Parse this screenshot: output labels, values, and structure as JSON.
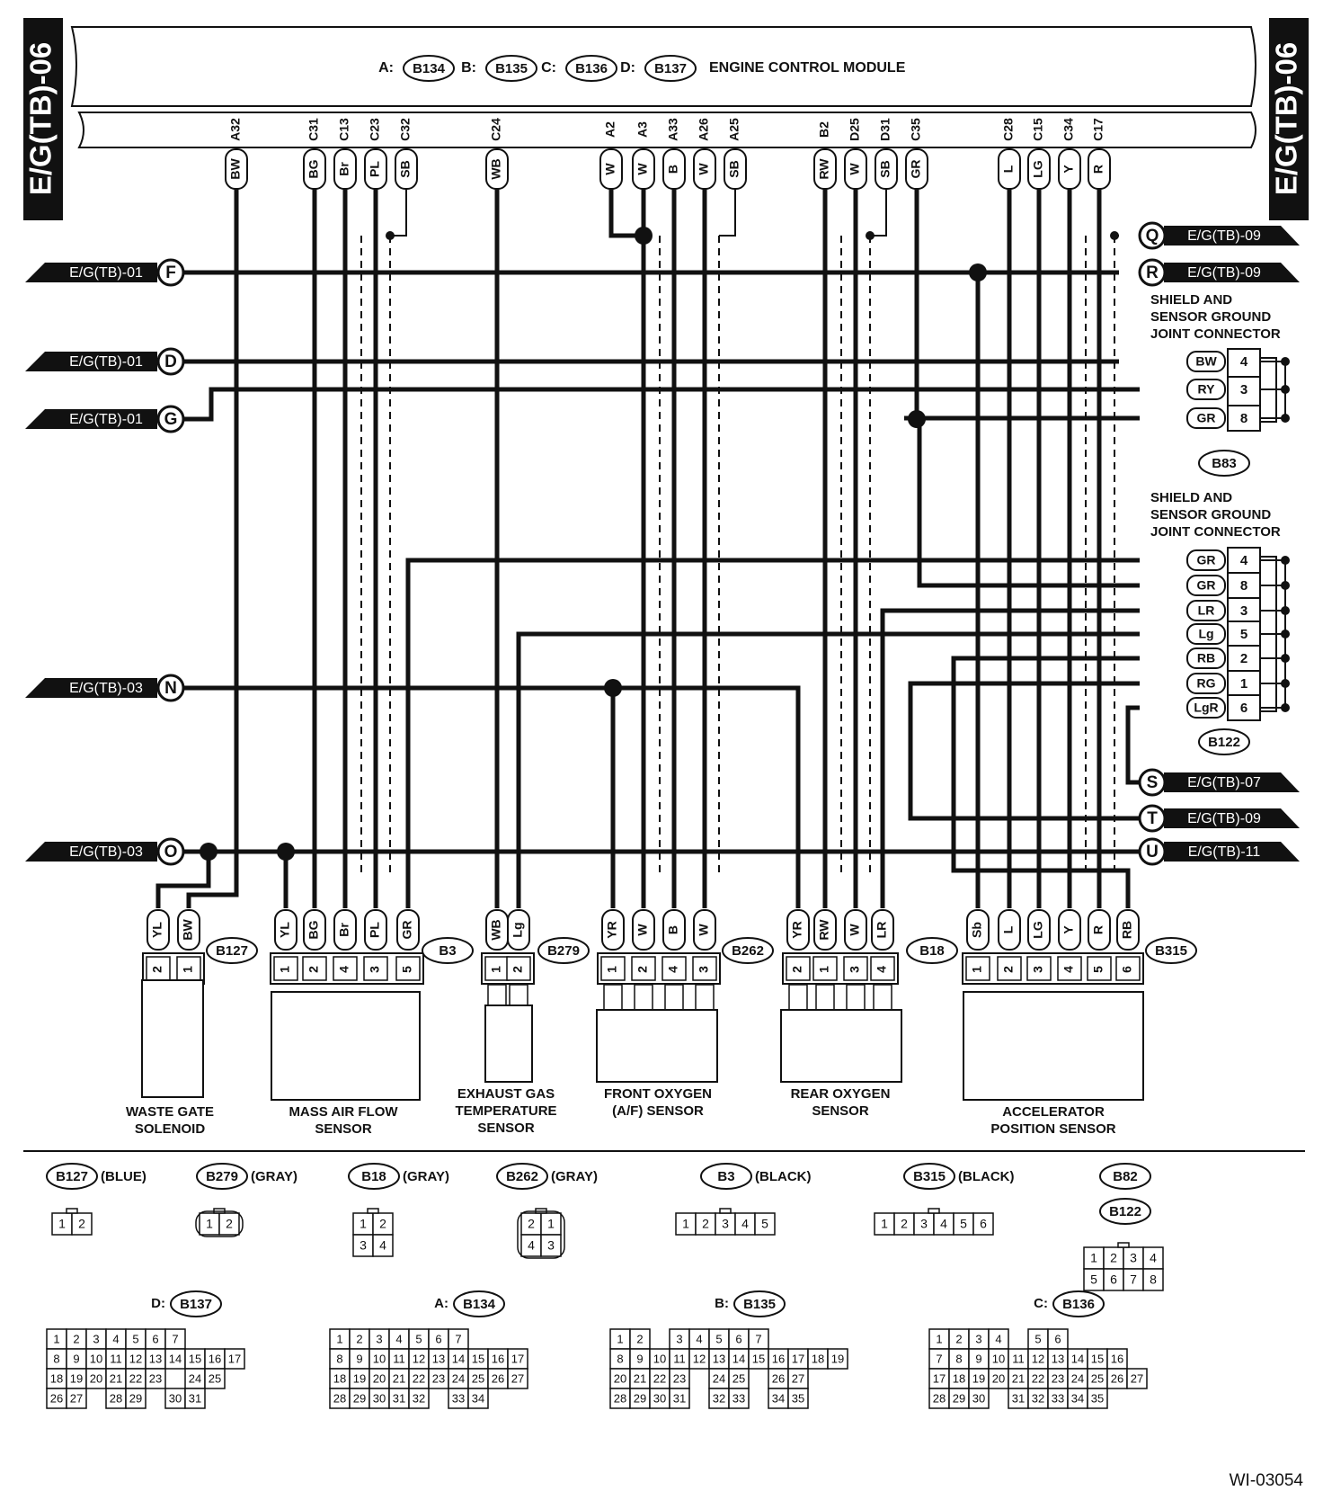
{
  "page_label": "E/G(TB)-06",
  "figure_id": "WI-03054",
  "ecm": {
    "title": "ENGINE CONTROL MODULE",
    "connectors": [
      {
        "prefix": "A:",
        "id": "B134"
      },
      {
        "prefix": "B:",
        "id": "B135"
      },
      {
        "prefix": "C:",
        "id": "B136"
      },
      {
        "prefix": "D:",
        "id": "B137"
      }
    ]
  },
  "pins": [
    {
      "pin": "A32",
      "color": "BW"
    },
    {
      "pin": "C31",
      "color": "BG"
    },
    {
      "pin": "C13",
      "color": "Br"
    },
    {
      "pin": "C23",
      "color": "PL"
    },
    {
      "pin": "C32",
      "color": "SB"
    },
    {
      "pin": "C24",
      "color": "WB"
    },
    {
      "pin": "A2",
      "color": "W"
    },
    {
      "pin": "A3",
      "color": "W"
    },
    {
      "pin": "A33",
      "color": "B"
    },
    {
      "pin": "A26",
      "color": "W"
    },
    {
      "pin": "A25",
      "color": "SB"
    },
    {
      "pin": "B2",
      "color": "RW"
    },
    {
      "pin": "D25",
      "color": "W"
    },
    {
      "pin": "D31",
      "color": "SB"
    },
    {
      "pin": "C35",
      "color": "GR"
    },
    {
      "pin": "C28",
      "color": "L"
    },
    {
      "pin": "C15",
      "color": "LG"
    },
    {
      "pin": "C34",
      "color": "Y"
    },
    {
      "pin": "C17",
      "color": "R"
    }
  ],
  "left_refs": [
    {
      "label": "E/G(TB)-01",
      "letter": "F"
    },
    {
      "label": "E/G(TB)-01",
      "letter": "D"
    },
    {
      "label": "E/G(TB)-01",
      "letter": "G"
    },
    {
      "label": "E/G(TB)-03",
      "letter": "N"
    },
    {
      "label": "E/G(TB)-03",
      "letter": "O"
    }
  ],
  "right_refs": [
    {
      "label": "E/G(TB)-09",
      "letter": "Q"
    },
    {
      "label": "E/G(TB)-09",
      "letter": "R"
    },
    {
      "label": "E/G(TB)-07",
      "letter": "S"
    },
    {
      "label": "E/G(TB)-09",
      "letter": "T"
    },
    {
      "label": "E/G(TB)-11",
      "letter": "U"
    }
  ],
  "joint_top": {
    "title": [
      "SHIELD AND",
      "SENSOR GROUND",
      "JOINT CONNECTOR"
    ],
    "id": "B83",
    "rows": [
      {
        "color": "BW",
        "pin": "4"
      },
      {
        "color": "RY",
        "pin": "3"
      },
      {
        "color": "GR",
        "pin": "8"
      }
    ]
  },
  "joint_bottom": {
    "title": [
      "SHIELD AND",
      "SENSOR GROUND",
      "JOINT CONNECTOR"
    ],
    "id": "B122",
    "rows": [
      {
        "color": "GR",
        "pin": "4"
      },
      {
        "color": "GR",
        "pin": "8"
      },
      {
        "color": "LR",
        "pin": "3"
      },
      {
        "color": "Lg",
        "pin": "5"
      },
      {
        "color": "RB",
        "pin": "2"
      },
      {
        "color": "RG",
        "pin": "1"
      },
      {
        "color": "LgR",
        "pin": "6"
      }
    ]
  },
  "components": [
    {
      "id": "B127",
      "name": [
        "WASTE GATE",
        "SOLENOID"
      ],
      "wires": [
        {
          "color": "YL",
          "pin": "2"
        },
        {
          "color": "BW",
          "pin": "1"
        }
      ]
    },
    {
      "id": "B3",
      "name": [
        "MASS AIR FLOW",
        "SENSOR"
      ],
      "wires": [
        {
          "color": "YL",
          "pin": "1"
        },
        {
          "color": "BG",
          "pin": "2"
        },
        {
          "color": "Br",
          "pin": "4"
        },
        {
          "color": "PL",
          "pin": "3"
        },
        {
          "color": "GR",
          "pin": "5"
        }
      ]
    },
    {
      "id": "B279",
      "name": [
        "EXHAUST GAS",
        "TEMPERATURE",
        "SENSOR"
      ],
      "wires": [
        {
          "color": "WB",
          "pin": "1"
        },
        {
          "color": "Lg",
          "pin": "2"
        }
      ]
    },
    {
      "id": "B262",
      "name": [
        "FRONT OXYGEN",
        "(A/F) SENSOR"
      ],
      "wires": [
        {
          "color": "YR",
          "pin": "1"
        },
        {
          "color": "W",
          "pin": "2"
        },
        {
          "color": "B",
          "pin": "4"
        },
        {
          "color": "W",
          "pin": "3"
        }
      ]
    },
    {
      "id": "B18",
      "name": [
        "REAR OXYGEN",
        "SENSOR"
      ],
      "wires": [
        {
          "color": "YR",
          "pin": "2"
        },
        {
          "color": "RW",
          "pin": "1"
        },
        {
          "color": "W",
          "pin": "3"
        },
        {
          "color": "LR",
          "pin": "4"
        }
      ]
    },
    {
      "id": "B315",
      "name": [
        "ACCELERATOR",
        "POSITION SENSOR"
      ],
      "wires": [
        {
          "color": "Sb",
          "pin": "1"
        },
        {
          "color": "L",
          "pin": "2"
        },
        {
          "color": "LG",
          "pin": "3"
        },
        {
          "color": "Y",
          "pin": "4"
        },
        {
          "color": "R",
          "pin": "5"
        },
        {
          "color": "RB",
          "pin": "6"
        }
      ]
    }
  ],
  "legend": [
    {
      "id": "B127",
      "color": "(BLUE)"
    },
    {
      "id": "B279",
      "color": "(GRAY)"
    },
    {
      "id": "B18",
      "color": "(GRAY)"
    },
    {
      "id": "B262",
      "color": "(GRAY)"
    },
    {
      "id": "B3",
      "color": "(BLACK)"
    },
    {
      "id": "B315",
      "color": "(BLACK)"
    },
    {
      "id": "B82",
      "color": ""
    },
    {
      "id": "B122",
      "color": ""
    }
  ],
  "legend_pins": {
    "B127": [
      "1",
      "2"
    ],
    "B279": [
      "1",
      "2"
    ],
    "B18": [
      [
        "1",
        "2"
      ],
      [
        "3",
        "4"
      ]
    ],
    "B262": [
      [
        "2",
        "1"
      ],
      [
        "4",
        "3"
      ]
    ],
    "B3": [
      "1",
      "2",
      "3",
      "4",
      "5"
    ],
    "B315": [
      "1",
      "2",
      "3",
      "4",
      "5",
      "6"
    ],
    "B82_B122": [
      [
        "1",
        "2",
        "3",
        "4"
      ],
      [
        "5",
        "6",
        "7",
        "8"
      ]
    ]
  },
  "ecm_legend": [
    {
      "prefix": "D:",
      "id": "B137",
      "rows": [
        [
          "1",
          "2",
          "3",
          "4",
          "5",
          "6",
          "7"
        ],
        [
          "8",
          "9",
          "10",
          "11",
          "12",
          "13",
          "14",
          "15",
          "16",
          "17"
        ],
        [
          "18",
          "19",
          "20",
          "21",
          "22",
          "23",
          "",
          "24",
          "25"
        ],
        [
          "26",
          "27",
          "",
          "28",
          "29",
          "",
          "30",
          "31"
        ]
      ]
    },
    {
      "prefix": "A:",
      "id": "B134",
      "rows": [
        [
          "1",
          "2",
          "3",
          "4",
          "5",
          "6",
          "7"
        ],
        [
          "8",
          "9",
          "10",
          "11",
          "12",
          "13",
          "14",
          "15",
          "16",
          "17"
        ],
        [
          "18",
          "19",
          "20",
          "21",
          "22",
          "23",
          "24",
          "25",
          "26",
          "27"
        ],
        [
          "28",
          "29",
          "30",
          "31",
          "32",
          "",
          "33",
          "34"
        ]
      ]
    },
    {
      "prefix": "B:",
      "id": "B135",
      "rows": [
        [
          "1",
          "2",
          "",
          "3",
          "4",
          "5",
          "6",
          "7"
        ],
        [
          "8",
          "9",
          "10",
          "11",
          "12",
          "13",
          "14",
          "15",
          "16",
          "17",
          "18",
          "19"
        ],
        [
          "20",
          "21",
          "22",
          "23",
          "",
          "24",
          "25",
          "",
          "26",
          "27"
        ],
        [
          "28",
          "29",
          "30",
          "31",
          "",
          "32",
          "33",
          "",
          "34",
          "35"
        ]
      ]
    },
    {
      "prefix": "C:",
      "id": "B136",
      "rows": [
        [
          "1",
          "2",
          "3",
          "4",
          "",
          "5",
          "6"
        ],
        [
          "7",
          "8",
          "9",
          "10",
          "11",
          "12",
          "13",
          "14",
          "15",
          "16"
        ],
        [
          "17",
          "18",
          "19",
          "20",
          "21",
          "22",
          "23",
          "24",
          "25",
          "26",
          "27"
        ],
        [
          "28",
          "29",
          "30",
          "",
          "31",
          "32",
          "33",
          "34",
          "35"
        ]
      ]
    }
  ]
}
